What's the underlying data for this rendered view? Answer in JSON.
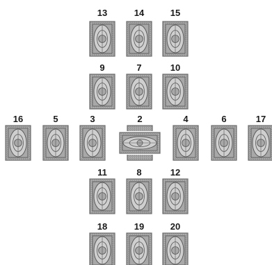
{
  "spread": {
    "cards": [
      {
        "id": "13",
        "label": "13",
        "orientation": "upright"
      },
      {
        "id": "14",
        "label": "14",
        "orientation": "upright"
      },
      {
        "id": "15",
        "label": "15",
        "orientation": "upright"
      },
      {
        "id": "9",
        "label": "9",
        "orientation": "upright"
      },
      {
        "id": "7",
        "label": "7",
        "orientation": "upright"
      },
      {
        "id": "10",
        "label": "10",
        "orientation": "upright"
      },
      {
        "id": "16",
        "label": "16",
        "orientation": "upright"
      },
      {
        "id": "5",
        "label": "5",
        "orientation": "upright"
      },
      {
        "id": "3",
        "label": "3",
        "orientation": "upright"
      },
      {
        "id": "2",
        "label": "2",
        "orientation": "crossing"
      },
      {
        "id": "4",
        "label": "4",
        "orientation": "upright"
      },
      {
        "id": "6",
        "label": "6",
        "orientation": "upright"
      },
      {
        "id": "17",
        "label": "17",
        "orientation": "upright"
      },
      {
        "id": "11",
        "label": "11",
        "orientation": "upright"
      },
      {
        "id": "8",
        "label": "8",
        "orientation": "upright"
      },
      {
        "id": "12",
        "label": "12",
        "orientation": "upright"
      },
      {
        "id": "18",
        "label": "18",
        "orientation": "upright"
      },
      {
        "id": "19",
        "label": "19",
        "orientation": "upright"
      },
      {
        "id": "20",
        "label": "20",
        "orientation": "upright"
      }
    ]
  },
  "colors": {
    "card_border": "#6a6a6a",
    "card_fill": "#a8a8a8",
    "card_inner": "#cfcfcf",
    "pattern_line": "#555555",
    "label": "#1a1a1a"
  }
}
